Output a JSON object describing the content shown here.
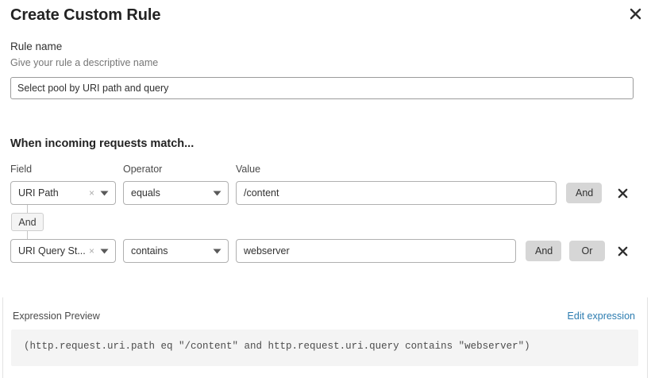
{
  "modal": {
    "title": "Create Custom Rule",
    "close_icon": "close-icon"
  },
  "rule_name": {
    "label": "Rule name",
    "help": "Give your rule a descriptive name",
    "value": "Select pool by URI path and query",
    "placeholder": "Select pool by URI path and query"
  },
  "match_section": {
    "heading": "When incoming requests match...",
    "columns": {
      "field": "Field",
      "operator": "Operator",
      "value": "Value"
    },
    "connector": {
      "label": "And"
    },
    "rows": [
      {
        "field": "URI Path",
        "clear_icon": "×",
        "operator": "equals",
        "value": "/content",
        "value_placeholder": "/content",
        "and_label": "And",
        "or_label": null,
        "delete_icon": "close-icon"
      },
      {
        "field": "URI Query St...",
        "clear_icon": "×",
        "operator": "contains",
        "value": "webserver",
        "value_placeholder": "webserver",
        "and_label": "And",
        "or_label": "Or",
        "delete_icon": "close-icon"
      }
    ]
  },
  "expression_preview": {
    "label": "Expression Preview",
    "edit_link": "Edit expression",
    "expression": "(http.request.uri.path eq \"/content\" and http.request.uri.query contains \"webserver\")"
  },
  "colors": {
    "link": "#2c7cb0",
    "button_gray": "#d6d6d6",
    "preview_bg": "#f4f4f4",
    "text": "#313131"
  }
}
